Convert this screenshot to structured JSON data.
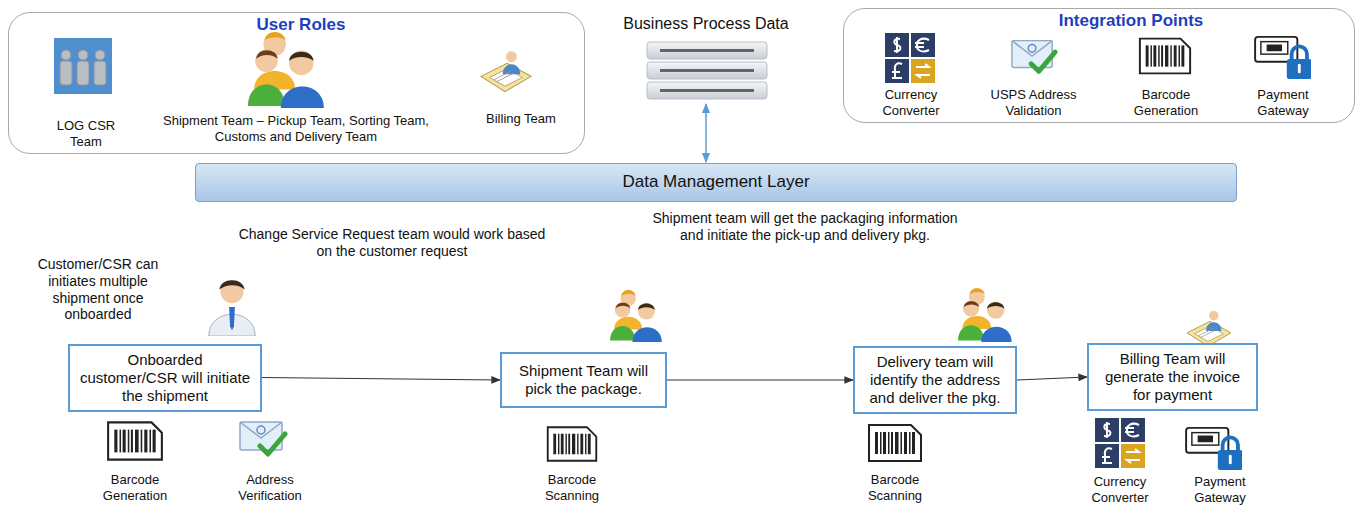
{
  "diagram": {
    "nodes": [
      {
        "text": [
          "User Roles",
          "LOG CSR Team",
          "Shipment Team – Pickup Team, Sorting Team, Customs and Delivery Team",
          "Billing Team"
        ]
      },
      {
        "text": [
          "Integration Points",
          "Currency Converter",
          "USPS Address Validation",
          "Barcode Generation",
          "Payment Gateway"
        ]
      },
      {
        "text": [
          "Business Process Data"
        ]
      },
      {
        "text": [
          "Data Management Layer"
        ]
      },
      {
        "text": [
          "Onboarded customer/CSR will initiate the shipment"
        ]
      },
      {
        "text": [
          "Shipment Team will pick the package."
        ]
      },
      {
        "text": [
          "Delivery team will identify the address and deliver the pkg."
        ]
      },
      {
        "text": [
          "Billing Team will generate the invoice for payment"
        ]
      }
    ],
    "edges": [
      {
        "from": 2,
        "to": 3,
        "arrow": "both"
      },
      {
        "from": 4,
        "to": 5,
        "arrow": "to"
      },
      {
        "from": 5,
        "to": 6,
        "arrow": "to"
      },
      {
        "from": 6,
        "to": 7,
        "arrow": "to"
      }
    ],
    "labels": [
      "Customer/CSR can initiates multiple shipment once onboarded",
      "Change Service Request team would work based on the customer request",
      "Shipment team will get the packaging information and initiate the pick-up and delivery pkg.",
      "Barcode Generation",
      "Address Verification",
      "Barcode Scanning",
      "Barcode Scanning",
      "Currency Converter",
      "Payment Gateway"
    ]
  }
}
